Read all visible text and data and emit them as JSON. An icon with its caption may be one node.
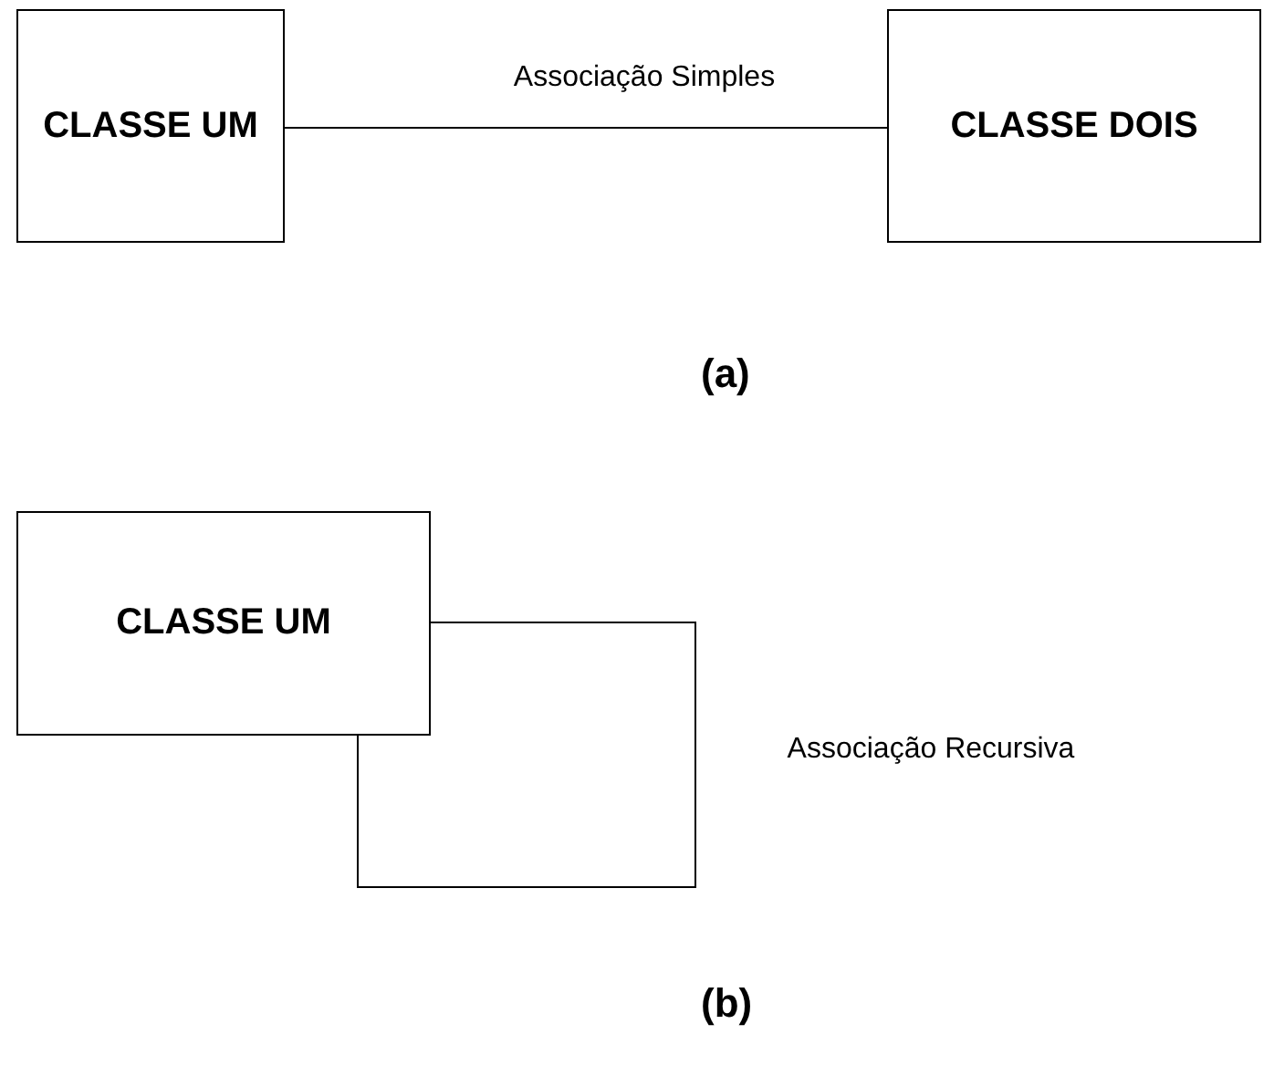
{
  "diagram": {
    "nodes": [
      {
        "text": [
          "CLASSE UM"
        ]
      },
      {
        "text": [
          "CLASSE DOIS"
        ]
      },
      {
        "text": [
          "CLASSE UM"
        ]
      }
    ],
    "edges": [
      {
        "from": 0,
        "to": 1,
        "arrow": "none",
        "label": "Associação Simples"
      },
      {
        "from": 2,
        "to": 2,
        "arrow": "none",
        "label": "Associação Recursiva"
      }
    ],
    "labels": [
      "(a)",
      "(b)"
    ]
  }
}
